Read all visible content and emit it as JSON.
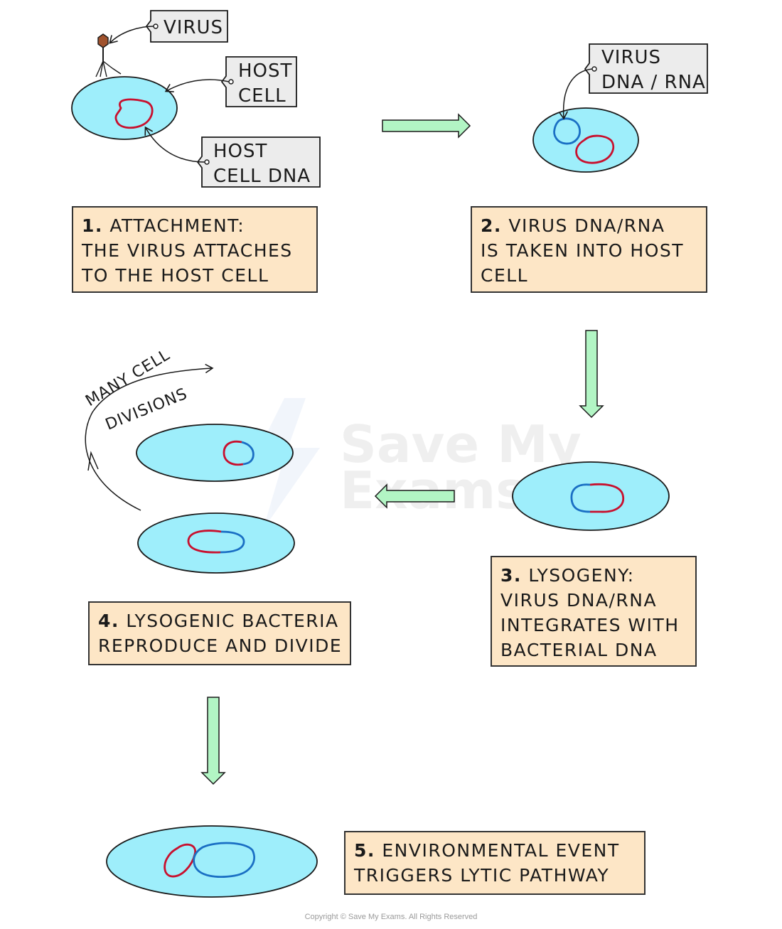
{
  "labels": {
    "virus": "VIRUS",
    "host_cell": [
      "HOST",
      "CELL"
    ],
    "host_cell_dna": [
      "HOST",
      "CELL DNA"
    ],
    "virus_dna_rna": [
      "VIRUS",
      "DNA / RNA"
    ],
    "many_cell": "MANY CELL",
    "divisions": "DIVISIONS"
  },
  "steps": [
    {
      "number": "1.",
      "lines": [
        "ATTACHMENT:",
        "THE VIRUS ATTACHES",
        "TO THE HOST CELL"
      ]
    },
    {
      "number": "2.",
      "lines": [
        "VIRUS DNA/RNA",
        "IS TAKEN INTO HOST",
        "CELL"
      ]
    },
    {
      "number": "3.",
      "lines": [
        "LYSOGENY:",
        "VIRUS DNA/RNA",
        "INTEGRATES WITH",
        "BACTERIAL DNA"
      ]
    },
    {
      "number": "4.",
      "lines": [
        "LYSOGENIC BACTERIA",
        "REPRODUCE AND DIVIDE"
      ]
    },
    {
      "number": "5.",
      "lines": [
        "ENVIRONMENTAL EVENT",
        "TRIGGERS LYTIC PATHWAY"
      ]
    }
  ],
  "watermark": [
    "Save My",
    "Exams"
  ],
  "copyright": "Copyright © Save My Exams. All Rights Reserved",
  "colors": {
    "cell_fill": "#9eeefb",
    "host_dna": "#c8102e",
    "virus_dna": "#1a6fc4",
    "arrow_fill": "#b2f5c4",
    "box_fill": "#fde6c6",
    "tag_fill": "#ececec"
  }
}
